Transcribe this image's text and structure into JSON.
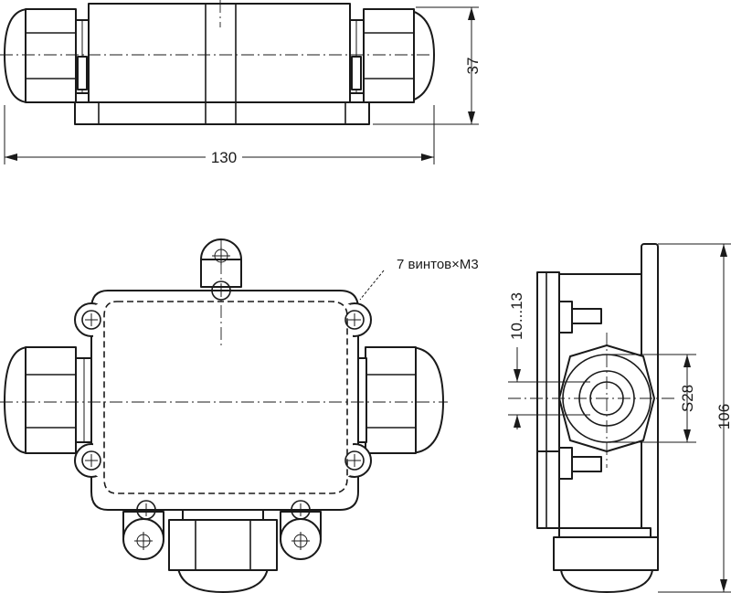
{
  "dimensions": {
    "length": "130",
    "height": "37",
    "width": "106",
    "nut_size": "S28",
    "cable_range": "10...13"
  },
  "screws_note": "7 винтов×М3"
}
